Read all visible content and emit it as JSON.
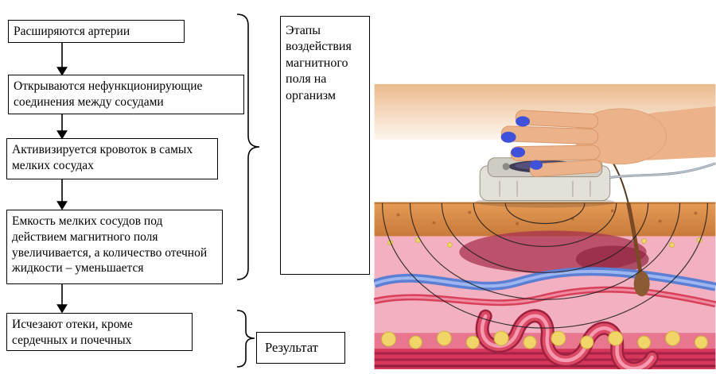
{
  "diagram": {
    "steps": [
      {
        "label": "Расширяются артерии"
      },
      {
        "label": "Открываются нефункционирующие соединения между сосудами"
      },
      {
        "label": "Активизируется кровоток в самых мелких сосудах"
      },
      {
        "label": "Емкость мелких сосудов под действием магнитного поля увеличивается, а количество отечной жидкости – уменьшается"
      },
      {
        "label": "Исчезают отеки, кроме сердечных и почечных"
      }
    ],
    "stages_box_label": "Этапы воздействия магнитного поля на организм",
    "result_box_label": "Результат"
  },
  "illustration": {
    "name": "magnetotherapy-device-on-skin-cross-section",
    "colors": {
      "skin": "#ecb289",
      "nail": "#3f51d9",
      "device": "#e3e0d8",
      "device_top": "#cfccc3",
      "dermis": "#f3b0c0",
      "vein": "#5b7fd4",
      "artery": "#d8405a",
      "field_line": "#1e1e1e",
      "muscle": "#d6365a"
    }
  }
}
